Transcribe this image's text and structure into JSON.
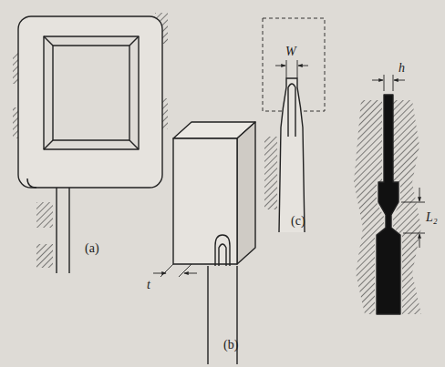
{
  "diagram": {
    "labels": [
      "(a)",
      "(b)",
      "(c)",
      "W",
      "t",
      "h",
      "L₂"
    ]
  }
}
